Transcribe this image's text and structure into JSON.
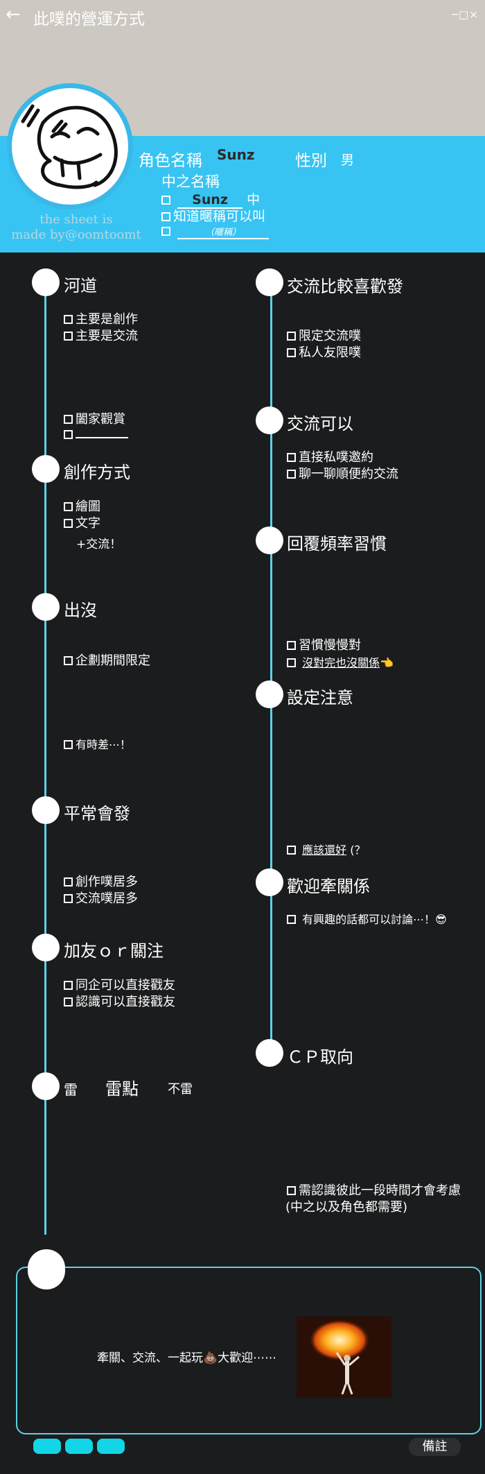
{
  "header": {
    "title": "此噗的營運方式",
    "window_controls": "─□×",
    "credit_line1": "the sheet is",
    "credit_line2": "made by@oomtoomt"
  },
  "profile": {
    "role_label": "角色名稱",
    "role_value": "Sunz",
    "gender_label": "性別",
    "gender_value": "男",
    "inner_label": "中之名稱",
    "inner_name": "Sunz",
    "inner_suffix": "中",
    "option_nickname": "知道暱稱可以叫",
    "nickname_hint": "（暱稱）"
  },
  "left": {
    "river_title": "河道",
    "river_items": [
      "主要是創作",
      "主要是交流"
    ],
    "river_items2": [
      "闔家觀賞"
    ],
    "create_title": "創作方式",
    "create_items": [
      "繪圖",
      "文字"
    ],
    "create_extra": "+交流！",
    "appear_title": "出沒",
    "appear_item1": "企劃期間限定",
    "appear_item2": "有時差⋯！",
    "post_title": "平常會發",
    "post_items": [
      "創作噗居多",
      "交流噗居多"
    ],
    "friend_title": "加友ｏｒ關注",
    "friend_items": [
      "同企可以直接戳友",
      "認識可以直接戳友"
    ],
    "mine_title": "雷",
    "mine_mid": "雷點",
    "mine_right": "不雷"
  },
  "right": {
    "interact_title": "交流比較喜歡發",
    "interact_items": [
      "限定交流噗",
      "私人友限噗"
    ],
    "ok_title": "交流可以",
    "ok_items": [
      "直接私噗邀約",
      "聊一聊順便約交流"
    ],
    "reply_title": "回覆頻率習慣",
    "reply_item1": "習慣慢慢對",
    "reply_item2": "沒對完也沒關係",
    "reply_emoji": "👈",
    "setting_title": "設定注意",
    "setting_item": "應該還好",
    "setting_tail": "(？",
    "rel_title": "歡迎牽關係",
    "rel_item": "有興趣的話都可以討論⋯！",
    "rel_emoji": "😎",
    "cp_title": "ＣＰ取向",
    "cp_item1": "需認識彼此一段時間才會考慮",
    "cp_item2": "(中之以及角色都需要)"
  },
  "notes": {
    "text": "牽關、交流、一起玩💩大歡迎⋯⋯",
    "remark_button": "備註"
  },
  "colors": {
    "band": "#37c4f3",
    "spine": "#5fd0e8",
    "background": "#1b1c1e",
    "pill": "#12d6e8"
  }
}
